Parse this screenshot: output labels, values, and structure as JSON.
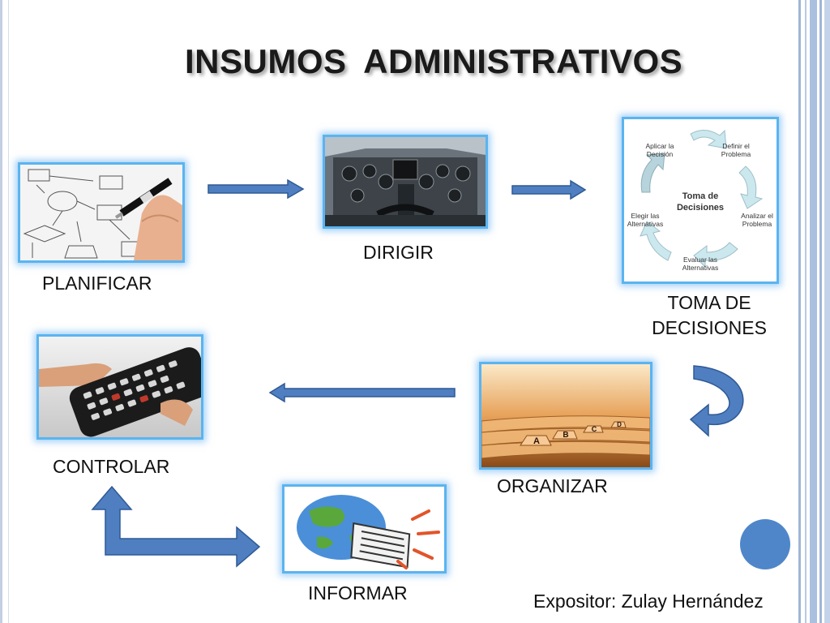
{
  "title": "INSUMOS  ADMINISTRATIVOS",
  "steps": {
    "planificar": "PLANIFICAR",
    "dirigir": "DIRIGIR",
    "toma_line1": "TOMA DE",
    "toma_line2": "DECISIONES",
    "organizar": "ORGANIZAR",
    "controlar": "CONTROLAR",
    "informar": "INFORMAR"
  },
  "cycle_image": {
    "center_line1": "Toma de",
    "center_line2": "Decisiones",
    "aplicar_1": "Aplicar la",
    "aplicar_2": "Decisión",
    "definir_1": "Definir el",
    "definir_2": "Problema",
    "analizar_1": "Analizar el",
    "analizar_2": "Problema",
    "evaluar_1": "Evaluar las",
    "evaluar_2": "Alternativas",
    "elegir_1": "Elegir las",
    "elegir_2": "Alternativas"
  },
  "folder_tabs": [
    "A",
    "B",
    "C",
    "D"
  ],
  "credit": "Expositor: Zulay Hernández",
  "colors": {
    "arrow_fill": "#4f7fc0",
    "arrow_stroke": "#2f5a95",
    "frame_border": "#5ab4f0",
    "accent_dot": "#4f86c9"
  }
}
